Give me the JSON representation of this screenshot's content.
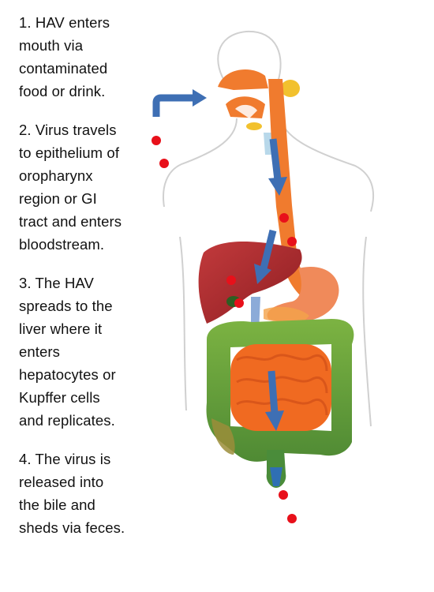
{
  "steps": [
    {
      "text": "1. HAV enters\nmouth via\ncontaminated\nfood or drink."
    },
    {
      "text": "2. Virus travels\nto epithelium of\noropharynx\nregion or GI\ntract and enters\nbloodstream."
    },
    {
      "text": "3. The HAV\nspreads to the\nliver where it\nenters\nhepatocytes or\nKupffer cells\nand replicates."
    },
    {
      "text": "4. The virus is\nreleased into\nthe bile and\nsheds via feces."
    }
  ],
  "colors": {
    "arrow": "#3e6fb4",
    "virus_dot": "#e8101a",
    "esophagus": "#f07b2e",
    "liver": "#b82b2f",
    "small_intestine": "#f06a21",
    "large_intestine": "#6ea83c",
    "stomach": "#f08a5a",
    "outline": "#d0d0d0"
  }
}
